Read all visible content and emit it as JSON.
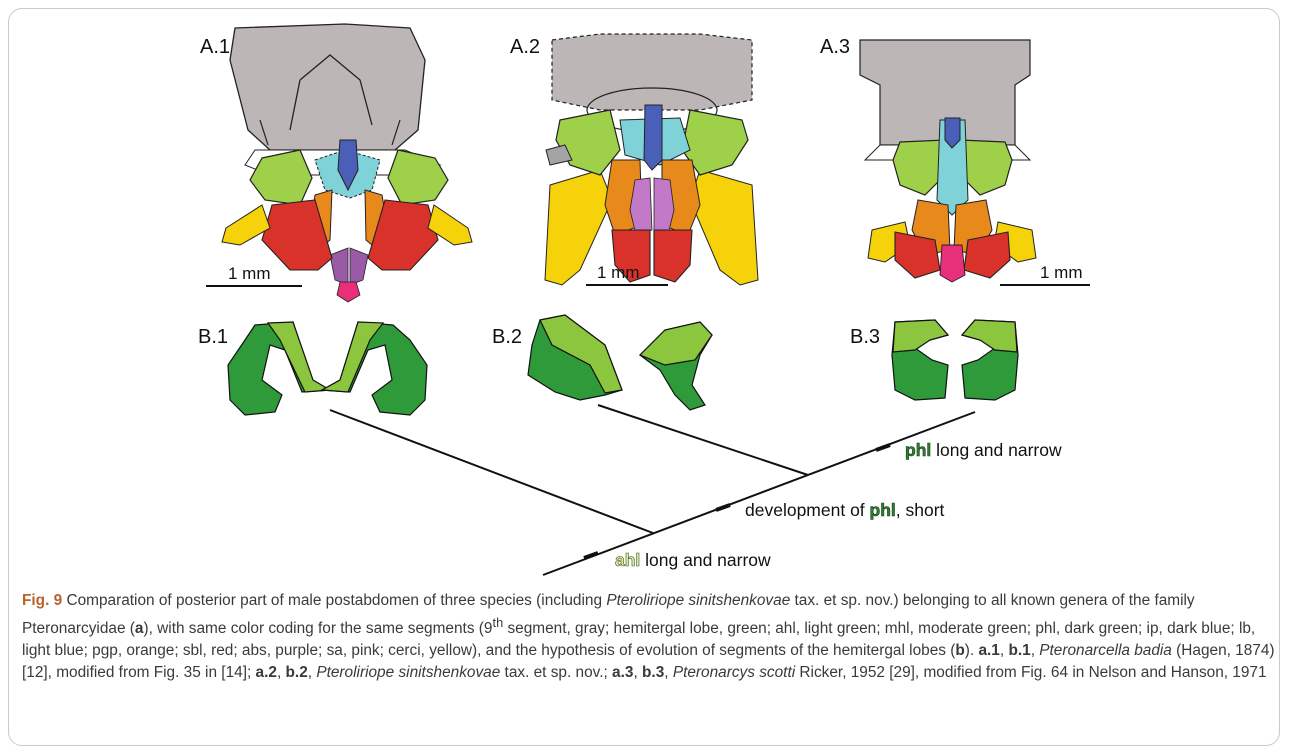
{
  "panels": {
    "a1": "A.1",
    "a2": "A.2",
    "a3": "A.3",
    "b1": "B.1",
    "b2": "B.2",
    "b3": "B.3"
  },
  "scale_label": "1 mm",
  "tree_labels": {
    "phl_long_code": "phl",
    "phl_long_rest": " long and narrow",
    "dev_pre": "development of ",
    "dev_code": "phl",
    "dev_post": ", short",
    "ahl_code": "ahl",
    "ahl_rest": " long and narrow"
  },
  "caption": {
    "fig_label": "Fig. 9",
    "t1": " Comparation of posterior part of male postabdomen of three species (including ",
    "species_new": "Pteroliriope sinitshenkovae",
    "t2": " tax. et sp. nov.) belonging to all known genera of the family Pteronarcyidae (",
    "a_bold": "a",
    "t3": "), with same color coding for the same segments (9",
    "th": "th",
    "t4": " segment, gray; hemitergal lobe, green; ahl, light green; mhl, moderate green; phl, dark green; ip, dark blue; lb, light blue; pgp, orange; sbl, red; abs, purple; sa, pink; cerci, yellow), and the hypothesis of evolution of segments of the hemitergal lobes (",
    "b_bold": "b",
    "t5": "). ",
    "a1b": "a.1",
    "c1": ", ",
    "b1b": "b.1",
    "c2": ", ",
    "sp1": "Pteronarcella badia",
    "t6": " (Hagen, 1874) [12], modified from Fig. 35 in [14]; ",
    "a2b": "a.2",
    "c3": ", ",
    "b2b": "b.2",
    "c4": ", ",
    "sp2": "Pteroliriope sinitshenkovae",
    "t7": " tax. et sp. nov.; ",
    "a3b": "a.3",
    "c5": ", ",
    "b3b": "b.3",
    "c6": ", ",
    "sp3": "Pteronarcys scotti",
    "t8": " Ricker, 1952 [29], modified from Fig. 64 in Nelson and Hanson, 1971"
  },
  "colors": {
    "segment9": "#bdb6b6",
    "light_green": "#9fd04a",
    "moderate_green": "#3fa33a",
    "dark_green": "#1f6b2b",
    "dark_blue": "#4a5fb8",
    "light_blue": "#7fd3d8",
    "orange": "#e8891c",
    "red": "#d8322a",
    "purple": "#8a4a8a",
    "pink": "#e8307a",
    "yellow": "#f5d20a"
  }
}
